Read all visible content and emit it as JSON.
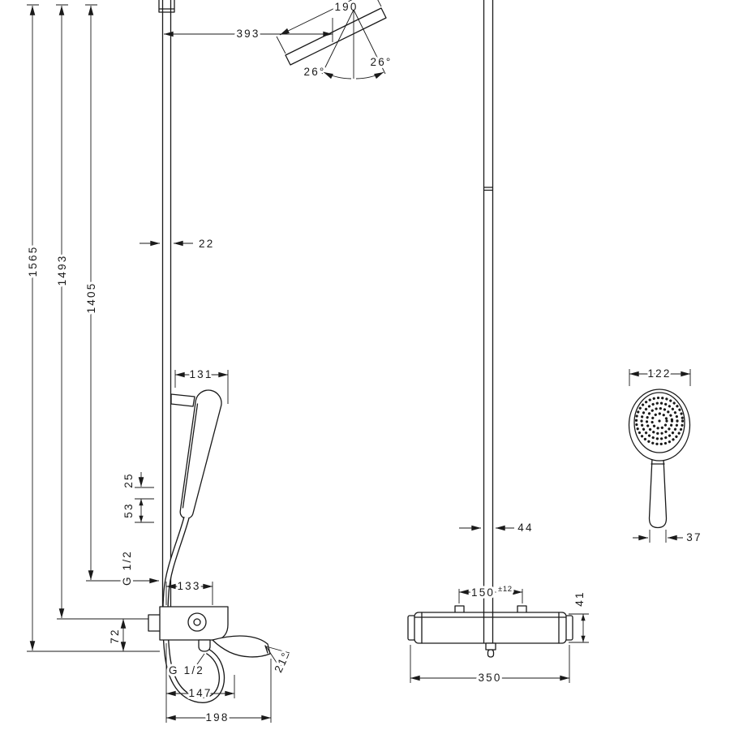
{
  "side_view": {
    "height_total": "1565",
    "height_to_valve": "1493",
    "height_to_hose": "1405",
    "head_offset": "393",
    "head_size": "190",
    "tilt_left": "26°",
    "tilt_right": "26°",
    "bar_depth": "22",
    "handshower_length": "131",
    "holder_gap_upper": "25",
    "holder_gap_lower": "53",
    "thread_hose": "G 1/2",
    "valve_depth": "133",
    "outlet_drop": "72",
    "thread_outlet": "G 1/2",
    "spout_reach": "147",
    "spout_reach_total": "198",
    "spout_angle": "21°"
  },
  "front_view": {
    "bar_width": "44",
    "connection_center": "150",
    "connection_tolerance": "±12",
    "valve_height": "41",
    "valve_width": "350"
  },
  "handshower_view": {
    "head_width": "122",
    "handle_width": "37"
  }
}
